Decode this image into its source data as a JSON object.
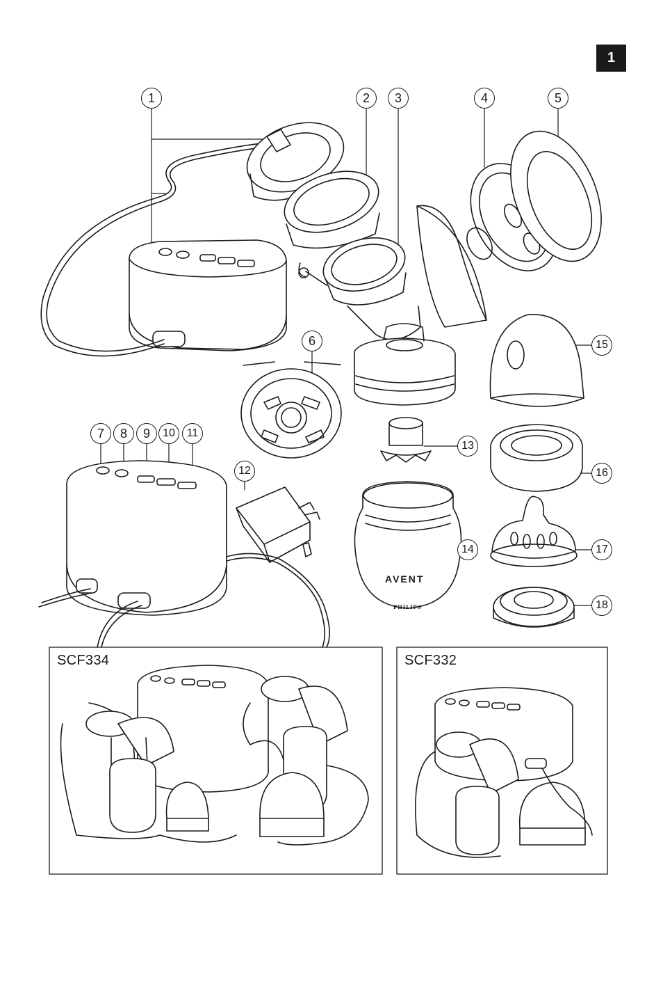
{
  "page": {
    "number": "1"
  },
  "callouts": [
    "1",
    "2",
    "3",
    "4",
    "5",
    "6",
    "7",
    "8",
    "9",
    "10",
    "11",
    "12",
    "13",
    "14",
    "15",
    "16",
    "17",
    "18"
  ],
  "brand": {
    "avent": "AVENT",
    "philips": "PHILIPS"
  },
  "panels": [
    {
      "model": "SCF334"
    },
    {
      "model": "SCF332"
    }
  ]
}
